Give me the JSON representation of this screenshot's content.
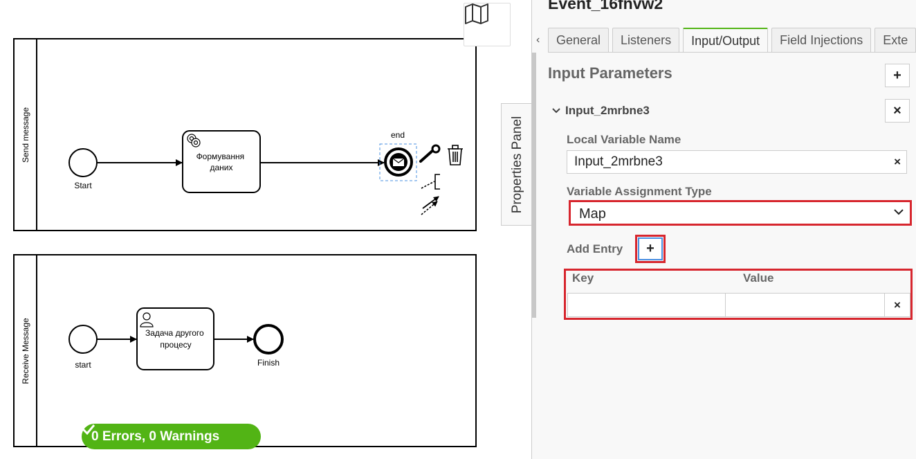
{
  "diagram": {
    "pools": [
      {
        "name": "Send message"
      },
      {
        "name": "Receive Message"
      }
    ],
    "events": {
      "start": "Start",
      "end": "end",
      "start2": "start",
      "finish": "Finish"
    },
    "tasks": {
      "service_task": [
        "Формування",
        "даних"
      ],
      "user_task": [
        "Задача другого",
        "процесу"
      ]
    },
    "lint": "0 Errors, 0 Warnings"
  },
  "panel_toggle": "Properties Panel",
  "panel": {
    "title": "Event_16fnvw2",
    "tabs": [
      {
        "label": "General"
      },
      {
        "label": "Listeners"
      },
      {
        "label": "Input/Output"
      },
      {
        "label": "Field Injections"
      },
      {
        "label": "Exte"
      }
    ],
    "active_tab": "Input/Output",
    "section_title": "Input Parameters",
    "add_symbol": "+",
    "clear_symbol": "×",
    "param": {
      "name": "Input_2mrbne3",
      "local_var_label": "Local Variable Name",
      "local_var_value": "Input_2mrbne3",
      "assign_type_label": "Variable Assignment Type",
      "assign_type_value": "Map",
      "add_entry_label": "Add Entry",
      "key_label": "Key",
      "value_label": "Value",
      "entries": [
        {
          "key": "",
          "value": ""
        }
      ]
    }
  },
  "colors": {
    "accent_green": "#52b415",
    "highlight_red": "#d7262e",
    "selection_blue": "#4a90e2"
  }
}
